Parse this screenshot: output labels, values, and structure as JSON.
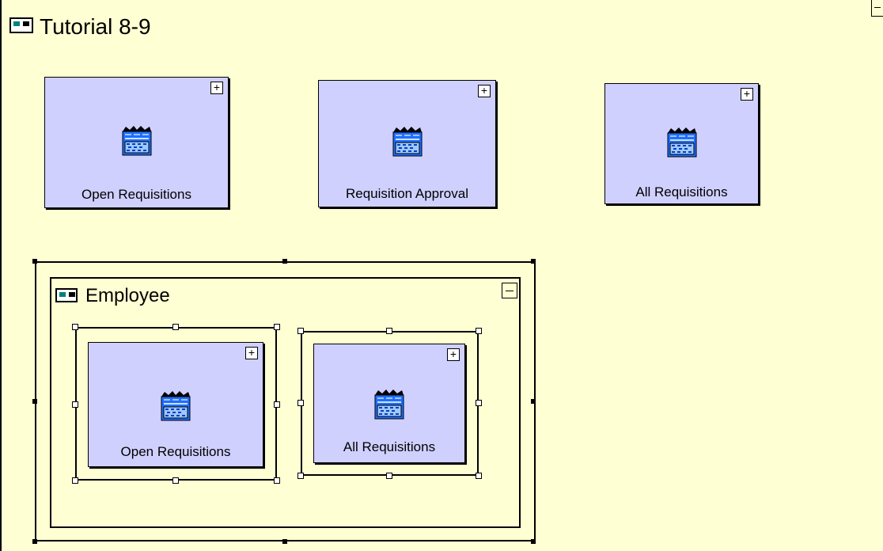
{
  "canvas": {
    "title": "Tutorial 8-9",
    "background_color": "#ffffd4",
    "window_icon": "window-icon"
  },
  "cards": [
    {
      "label": "Open Requisitions",
      "expand_label": "+",
      "icon": "database-icon"
    },
    {
      "label": "Requisition Approval",
      "expand_label": "+",
      "icon": "database-icon"
    },
    {
      "label": "All Requisitions",
      "expand_label": "+",
      "icon": "database-icon"
    }
  ],
  "employee_group": {
    "title": "Employee",
    "collapse_icon": "minus-icon",
    "cards": [
      {
        "label": "Open Requisitions",
        "expand_label": "+",
        "icon": "database-icon"
      },
      {
        "label": "All Requisitions",
        "expand_label": "+",
        "icon": "database-icon"
      }
    ]
  },
  "colors": {
    "card_fill": "#d0d0ff",
    "card_border": "#000000",
    "icon_blue": "#1e6fff"
  }
}
